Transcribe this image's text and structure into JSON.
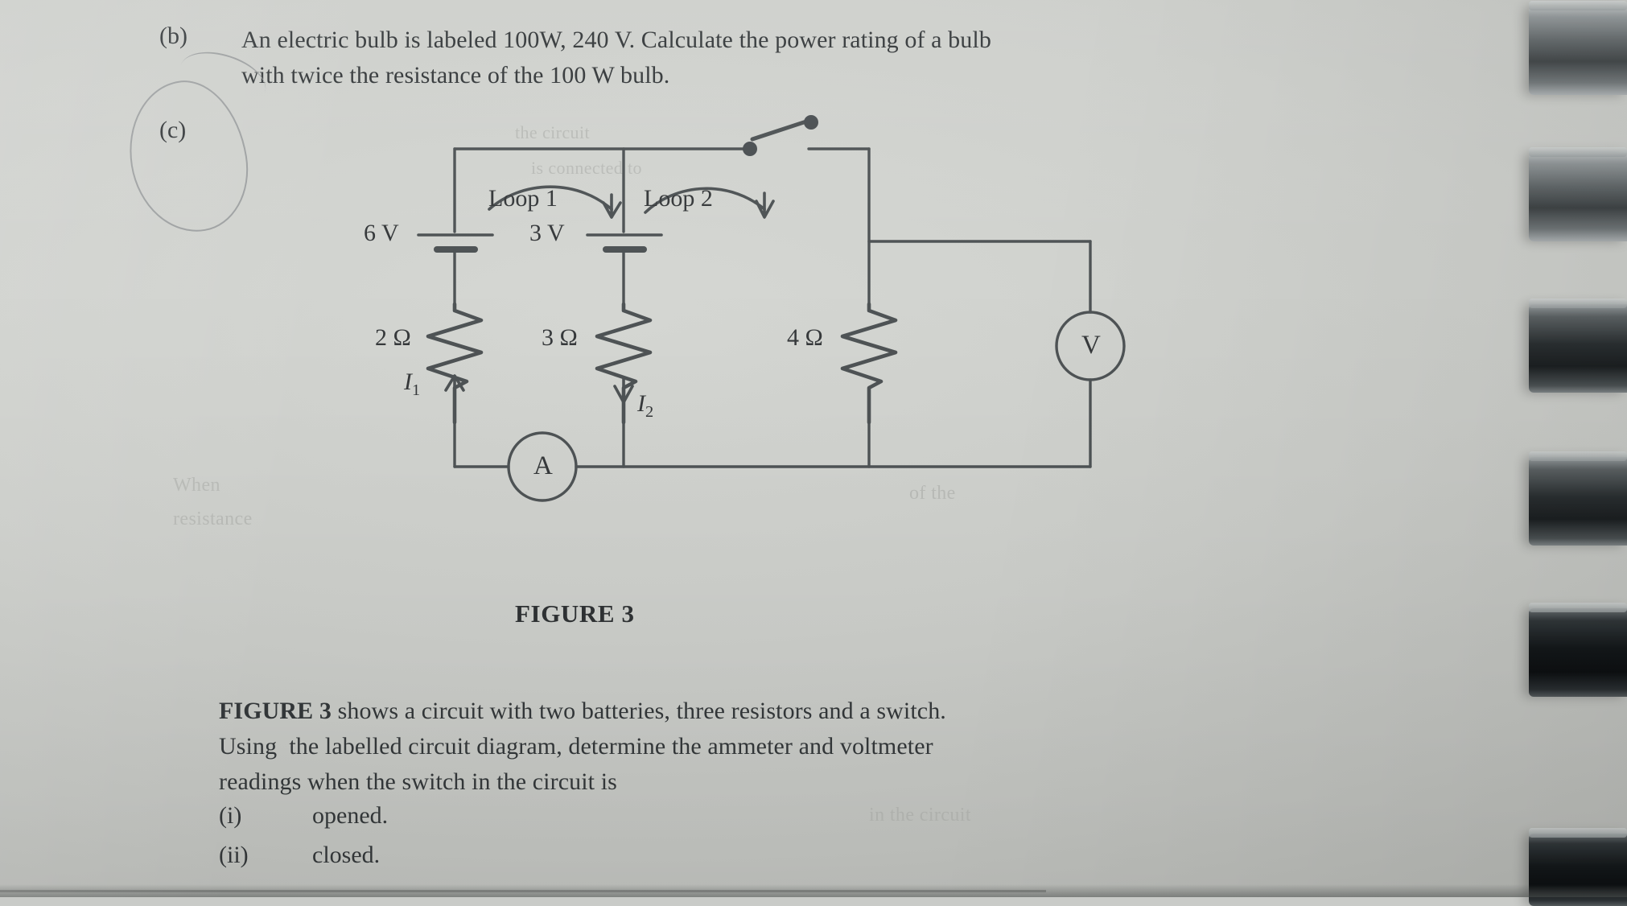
{
  "page": {
    "question_b": {
      "marker": "(b)",
      "line1": "An electric bulb is labeled 100W, 240 V. Calculate the power rating of a bulb",
      "line2": "with twice the resistance of the 100 W bulb."
    },
    "question_c": {
      "marker": "(c)"
    },
    "figure_caption": "FIGURE 3",
    "body": {
      "line1_bold": "FIGURE 3",
      "line1_rest": " shows a circuit with two batteries, three resistors and a switch.",
      "line2": "Using  the labelled circuit diagram, determine the ammeter and voltmeter",
      "line3": "readings when the switch in the circuit is"
    },
    "sub_items": [
      {
        "marker": "(i)",
        "text": "opened."
      },
      {
        "marker": "(ii)",
        "text": "closed."
      }
    ],
    "ghost_text": [
      "the circuit",
      "is connected to",
      "When",
      "of the",
      "resistance",
      "in the circuit"
    ]
  },
  "circuit": {
    "title": "FIGURE 3",
    "loops": [
      {
        "name": "Loop 1",
        "direction": "clockwise"
      },
      {
        "name": "Loop 2",
        "direction": "clockwise"
      }
    ],
    "batteries": [
      {
        "label": "6 V",
        "value": 6,
        "unit": "V",
        "branch": "left"
      },
      {
        "label": "3 V",
        "value": 3,
        "unit": "V",
        "branch": "middle"
      }
    ],
    "resistors": [
      {
        "label": "2 Ω",
        "value": 2,
        "unit": "Ω",
        "branch": "left"
      },
      {
        "label": "3 Ω",
        "value": 3,
        "unit": "Ω",
        "branch": "middle"
      },
      {
        "label": "4 Ω",
        "value": 4,
        "unit": "Ω",
        "branch": "right"
      }
    ],
    "currents": [
      {
        "label": "I",
        "subscript": "1",
        "direction": "up",
        "branch": "left"
      },
      {
        "label": "I",
        "subscript": "2",
        "direction": "down",
        "branch": "middle"
      }
    ],
    "meters": [
      {
        "type": "ammeter",
        "symbol": "A",
        "position": "bottom-branch"
      },
      {
        "type": "voltmeter",
        "symbol": "V",
        "position": "right-branch"
      }
    ],
    "switch": {
      "state": "open",
      "position": "top-right"
    },
    "colors": {
      "ink": "#4a4f52",
      "text": "#36393b",
      "paper": "#cdcfcb",
      "pencil": "#9a9d9e"
    }
  }
}
